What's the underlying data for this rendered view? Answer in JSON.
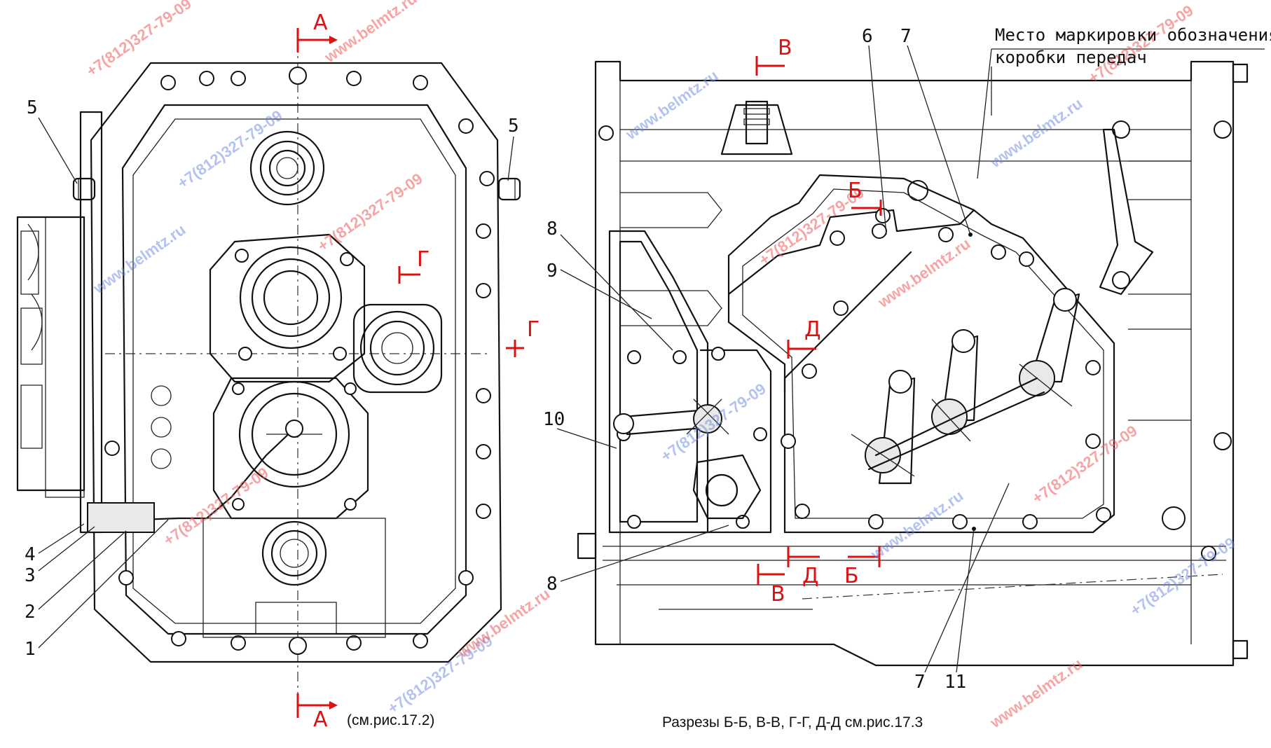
{
  "callouts": {
    "c5_left": "5",
    "c5_right": "5",
    "c4": "4",
    "c3": "3",
    "c2": "2",
    "c1": "1",
    "c6": "6",
    "c7_top": "7",
    "c8_top": "8",
    "c9": "9",
    "c10": "10",
    "c8_bottom": "8",
    "c7_bottom": "7",
    "c11": "11"
  },
  "section_marks": {
    "A_top": "А",
    "A_bottom": "А",
    "G_left": "Г",
    "G_right": "Г",
    "V_top": "В",
    "B_top": "Б",
    "D_mid": "Д",
    "V_bottom": "В",
    "D_bottom": "Д",
    "B_bottom": "Б"
  },
  "notes": {
    "marking_line1": "Место маркировки обозначения",
    "marking_line2": "коробки передач",
    "left_caption": "(см.рис.17.2)",
    "right_caption": "Разрезы Б-Б, В-В, Г-Г, Д-Д см.рис.17.3"
  },
  "watermarks": {
    "site": "www.belmtz.ru",
    "phone": "+7(812)327-79-09"
  },
  "colors": {
    "line": "#111111",
    "section_mark": "#dd1111",
    "watermark_red": "#f05a5a",
    "watermark_blue": "#6a86e0"
  }
}
